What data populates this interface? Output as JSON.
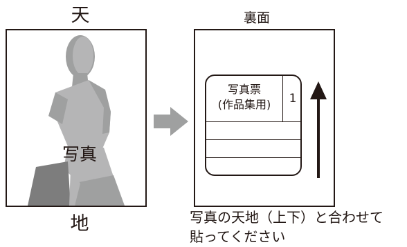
{
  "front": {
    "top_label": "天",
    "bottom_label": "地",
    "photo_label": "写真"
  },
  "back": {
    "title": "裏面",
    "ticket": {
      "line1": "写真票",
      "line2": "(作品集用)",
      "number": "1"
    }
  },
  "note": {
    "line1": "写真の天地（上下）と合わせて",
    "line2": "貼ってください"
  },
  "colors": {
    "ink": "#231815",
    "figure_light": "#b5b5b6",
    "figure_mid": "#9fa0a0",
    "figure_dark": "#7d7d7d",
    "arrow_gray": "#9fa0a0"
  },
  "icons": {
    "transfer_arrow": "right-arrow-icon",
    "orientation_arrow": "up-arrow-icon"
  }
}
